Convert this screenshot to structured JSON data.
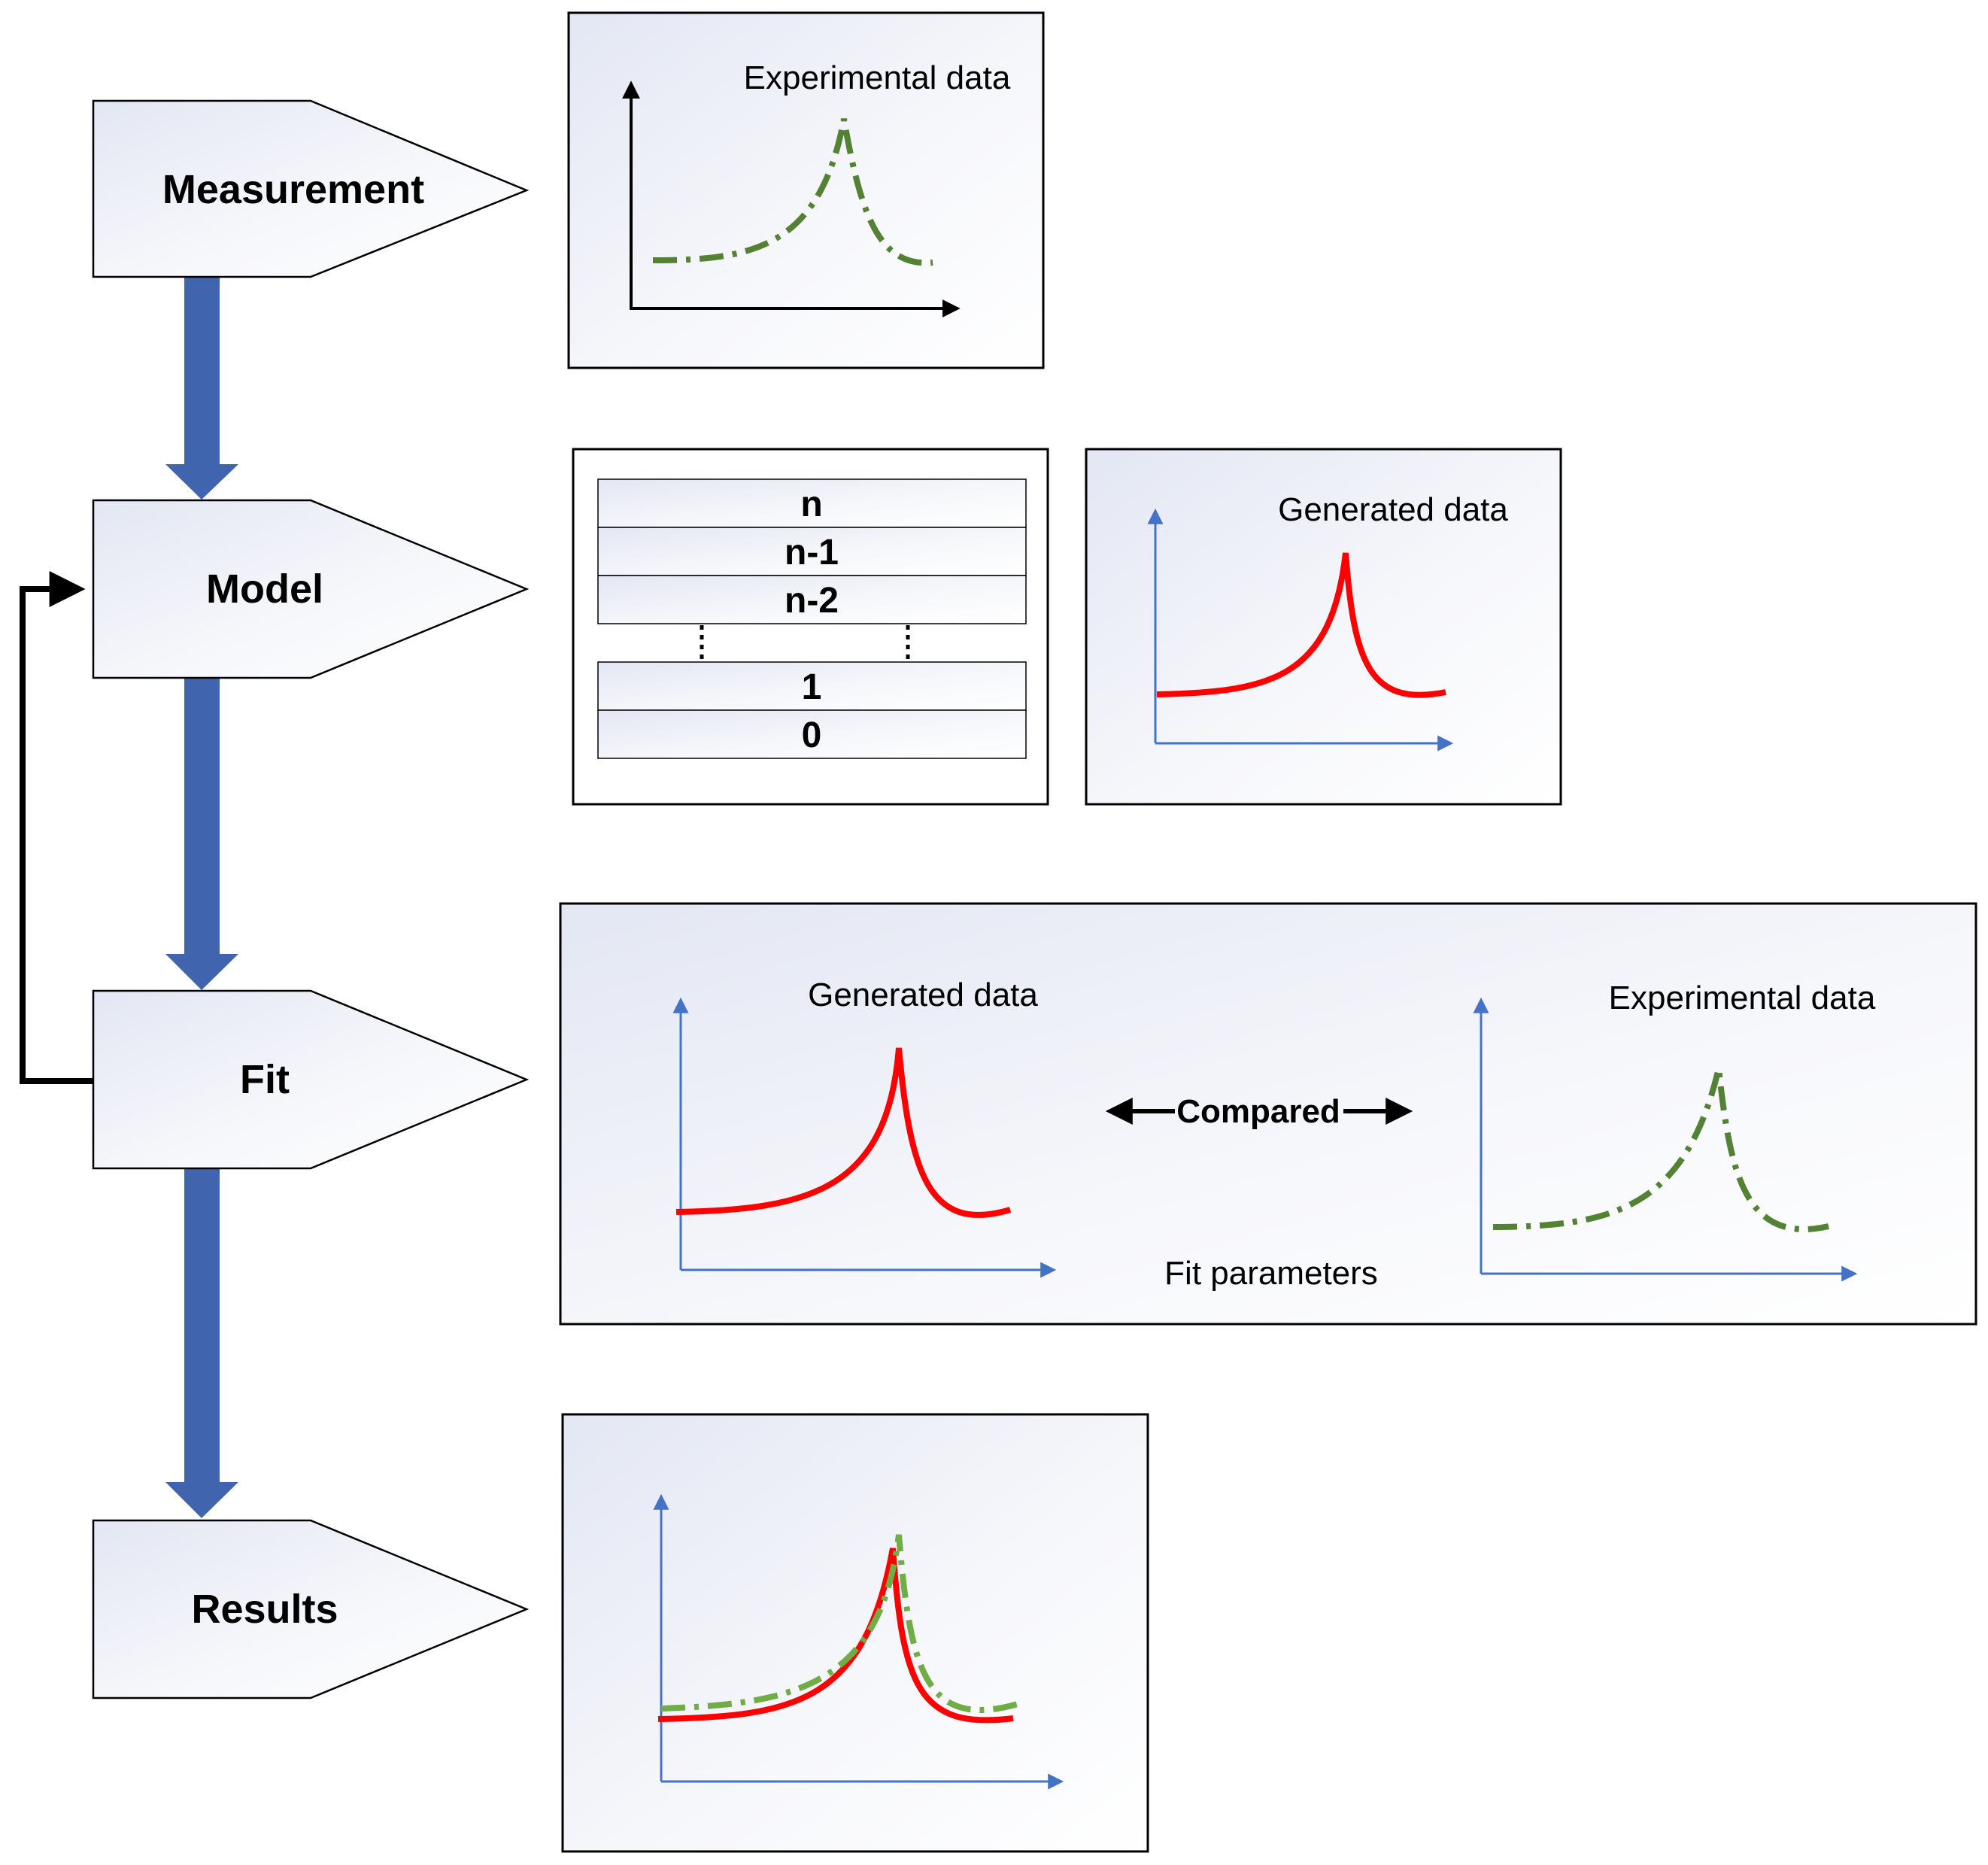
{
  "stages": [
    {
      "id": "measurement",
      "label": "Measurement"
    },
    {
      "id": "model",
      "label": "Model"
    },
    {
      "id": "fit",
      "label": "Fit"
    },
    {
      "id": "results",
      "label": "Results"
    }
  ],
  "panels": {
    "measurement": {
      "title": "Experimental data"
    },
    "model_layers": {
      "layers_top": [
        "n",
        "n-1",
        "n-2"
      ],
      "layers_bottom": [
        "1",
        "0"
      ]
    },
    "model_generated": {
      "title": "Generated data"
    },
    "fit": {
      "generated_title": "Generated data",
      "experimental_title": "Experimental data",
      "compared_label": "Compared",
      "fit_parameters_label": "Fit parameters"
    }
  },
  "colors": {
    "flow_arrow": "#4064ae",
    "generated_curve": "#ff0000",
    "experimental_curve": "#548235",
    "axis_blue": "#4472c4",
    "axis_black": "#000000",
    "feedback_arrow": "#000000"
  }
}
